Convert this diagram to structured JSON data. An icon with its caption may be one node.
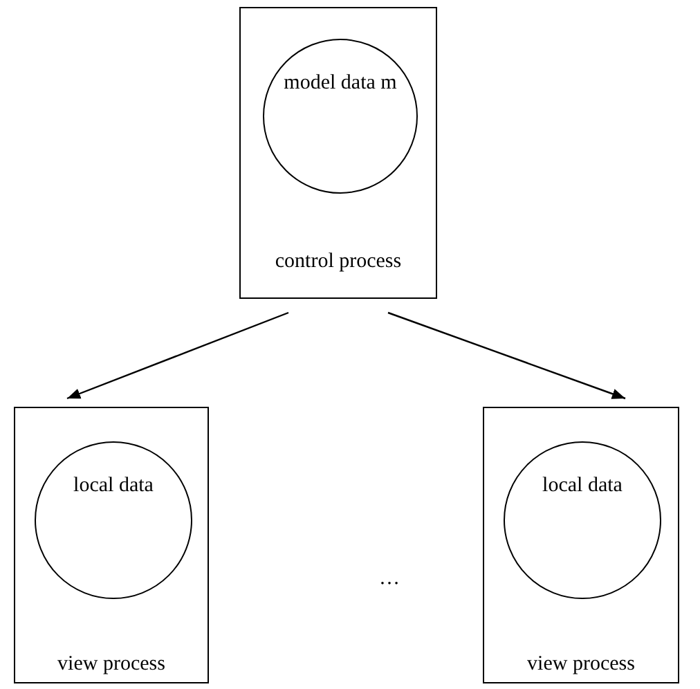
{
  "diagram": {
    "nodes": [
      {
        "text": [
          "control process"
        ]
      },
      {
        "text": [
          "model data m"
        ],
        "in": 0
      },
      {
        "text": [
          "view process"
        ]
      },
      {
        "text": [
          "local data"
        ],
        "in": 2
      },
      {
        "text": [
          "view process"
        ]
      },
      {
        "text": [
          "local data"
        ],
        "in": 4
      }
    ],
    "edges": [
      {
        "from": 0,
        "to": 2,
        "arrow": "to"
      },
      {
        "from": 0,
        "to": 4,
        "arrow": "to"
      }
    ],
    "labels": [
      "…"
    ]
  }
}
